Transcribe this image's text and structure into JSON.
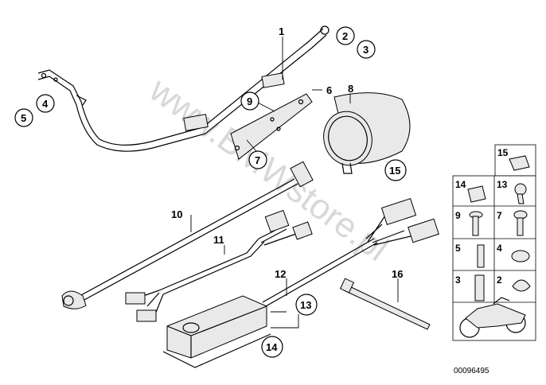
{
  "watermark": "www.BMWstore.pl",
  "reference_number": "00096495",
  "callouts": {
    "c1": "1",
    "c2": "2",
    "c3": "3",
    "c4": "4",
    "c5": "5",
    "c6": "6",
    "c7": "7",
    "c8": "8",
    "c9": "9",
    "c10": "10",
    "c11": "11",
    "c12": "12",
    "c13": "13",
    "c14": "14",
    "c15": "15",
    "c16": "16"
  },
  "parts_grid": [
    {
      "left": "15",
      "right": ""
    },
    {
      "left": "14",
      "right": "13"
    },
    {
      "left": "9",
      "right": "7"
    },
    {
      "left": "5",
      "right": "4"
    },
    {
      "left": "3",
      "right": "2"
    }
  ]
}
